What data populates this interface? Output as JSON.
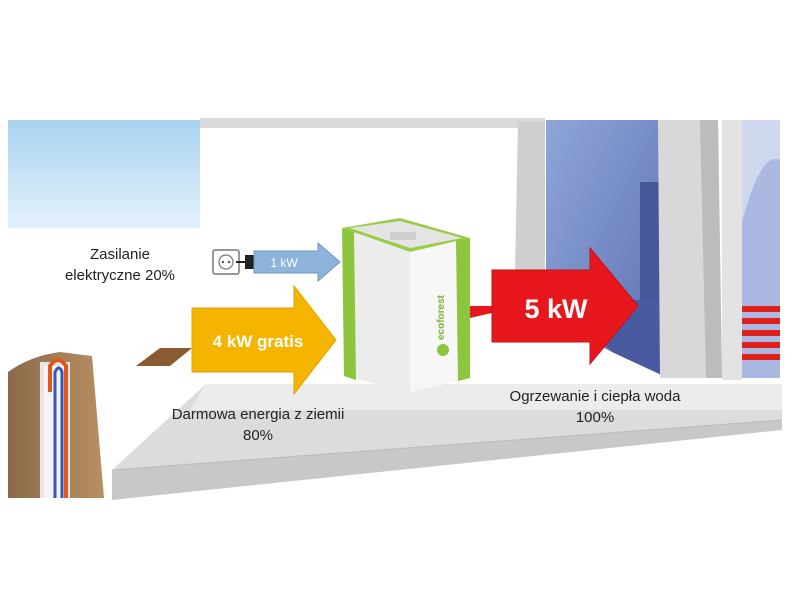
{
  "labels": {
    "power_supply_line1": "Zasilanie",
    "power_supply_line2": "elektryczne 20%",
    "free_energy_line1": "Darmowa energia z ziemii",
    "free_energy_line2": "80%",
    "heating_line1": "Ogrzewanie i ciepła woda",
    "heating_line2": "100%"
  },
  "arrows": {
    "electric": "1 kW",
    "ground": "4 kW gratis",
    "output": "5 kW"
  },
  "device": {
    "brand": "ecoforest",
    "logo": "ecoforest-logo-icon"
  },
  "colors": {
    "electric_arrow": "#8fb4dc",
    "ground_arrow": "#f5b400",
    "output_arrow": "#e8171d",
    "device_accent": "#8cc63f",
    "sky": "#bfe0f5"
  }
}
